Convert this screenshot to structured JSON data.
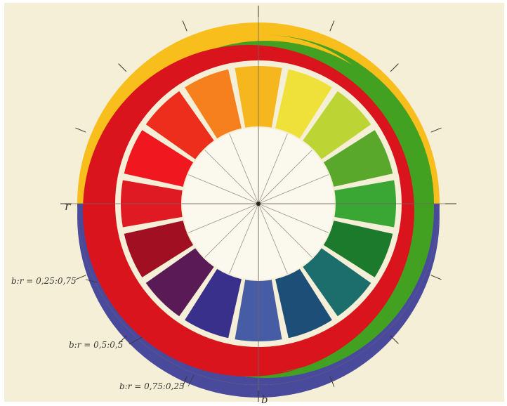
{
  "labels": {
    "r": "r",
    "b": "b",
    "ratio_1": "b:r = 0,25:0,75",
    "ratio_2": "b:r = 0,5:0,5",
    "ratio_3": "b:r = 0,75:0,25"
  },
  "colors": {
    "paper": "#f6efd8",
    "yellow_band": "#f7be1c",
    "red_band": "#d9141c",
    "blue_band": "#4a4a9c",
    "green_band": "#43a122",
    "segments": [
      "#f6b61e",
      "#efe03a",
      "#bcd534",
      "#59a82c",
      "#3aa634",
      "#1c7a2c",
      "#1c6e6c",
      "#1c4e78",
      "#465ca4",
      "#38308a",
      "#5a1a56",
      "#a01022",
      "#e01a22",
      "#f0181e",
      "#ee2e1c",
      "#f6801e"
    ]
  }
}
